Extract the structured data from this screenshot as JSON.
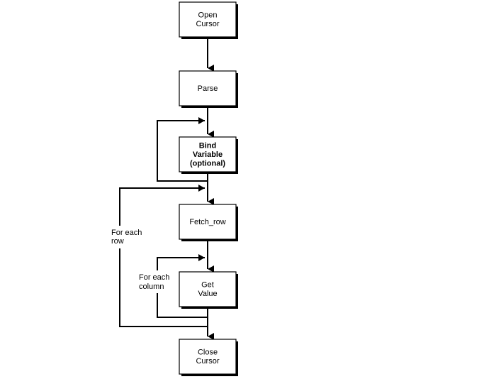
{
  "diagram": {
    "nodes": [
      {
        "id": "open-cursor",
        "lines": [
          "Open",
          "Cursor"
        ],
        "bold": false
      },
      {
        "id": "parse",
        "lines": [
          "Parse"
        ],
        "bold": false
      },
      {
        "id": "bind-variable",
        "lines": [
          "Bind",
          "Variable",
          "(optional)"
        ],
        "bold": true
      },
      {
        "id": "fetch-row",
        "lines": [
          "Fetch_row"
        ],
        "bold": false
      },
      {
        "id": "get-value",
        "lines": [
          "Get",
          "Value"
        ],
        "bold": false
      },
      {
        "id": "close-cursor",
        "lines": [
          "Close",
          "Cursor"
        ],
        "bold": false
      }
    ],
    "loop_labels": {
      "row": [
        "For each",
        "row"
      ],
      "column": [
        "For each",
        "column"
      ]
    },
    "colors": {
      "stroke": "#000000",
      "fill": "#ffffff",
      "shadow": "#000000"
    }
  }
}
